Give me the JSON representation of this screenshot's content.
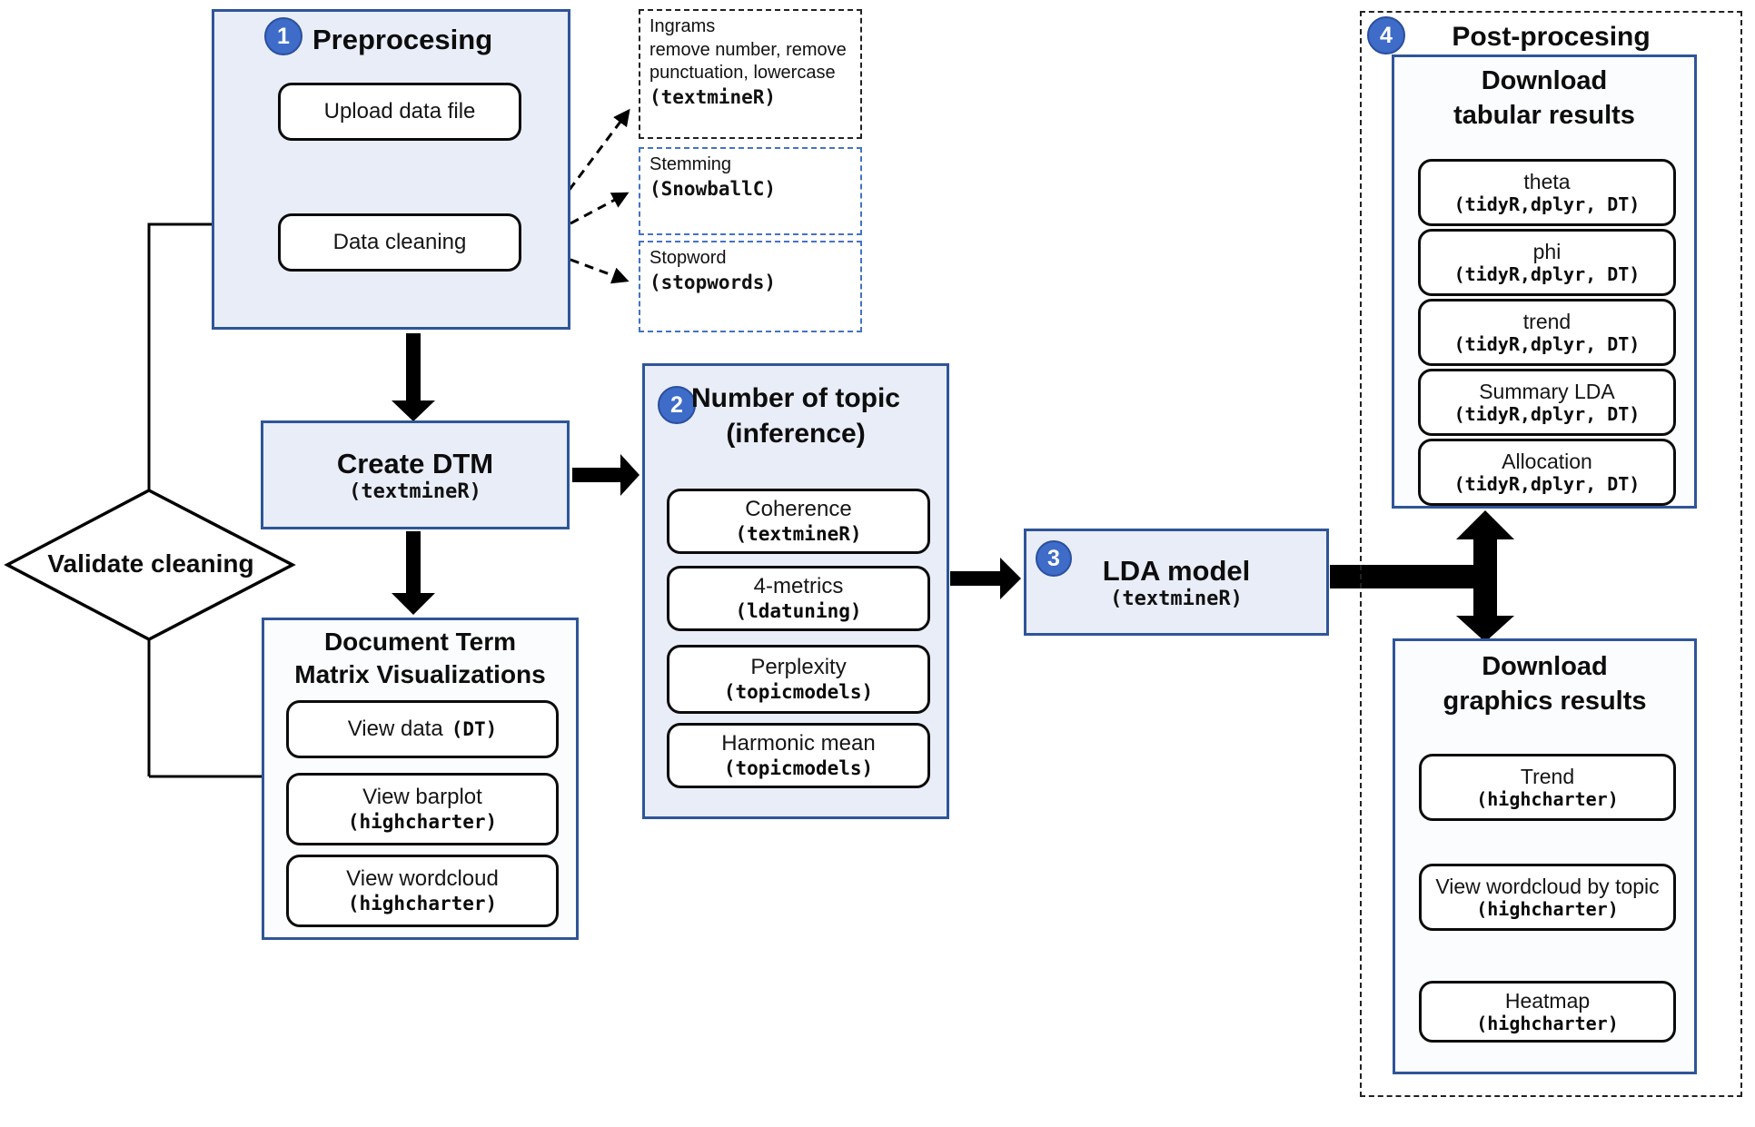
{
  "colors": {
    "panel_border": "#2f5597",
    "panel_fill": "#e9edf8",
    "panel_fill_light": "#fbfcfe",
    "badge_fill": "#3e6cc8",
    "badge_border": "#2a4f9e",
    "note_blue_border": "#4472c4",
    "connector": "#000000"
  },
  "preprocessing": {
    "badge": "1",
    "title": "Preprocesing",
    "upload_button": "Upload data file",
    "cleaning_button": "Data cleaning"
  },
  "cleaning_notes": {
    "ngrams": {
      "line1": "Ingrams",
      "line2": "remove number, remove",
      "line3": "punctuation,  lowercase",
      "pkg": "(textmineR)"
    },
    "stemming": {
      "label": "Stemming",
      "pkg": "(SnowballC)"
    },
    "stopword": {
      "label": "Stopword",
      "pkg": "(stopwords)"
    }
  },
  "create_dtm": {
    "title": "Create DTM",
    "pkg": "(textmineR)"
  },
  "validate_cleaning": {
    "label": "Validate cleaning"
  },
  "dtm_viz": {
    "title1": "Document Term",
    "title2": "Matrix Visualizations",
    "buttons": [
      {
        "label": "View data",
        "pkg": "(DT)"
      },
      {
        "label": "View barplot",
        "pkg": "(highcharter)"
      },
      {
        "label": "View wordcloud",
        "pkg": "(highcharter)"
      }
    ]
  },
  "topic_inference": {
    "badge": "2",
    "title1": "Number of topic",
    "title2": "(inference)",
    "buttons": [
      {
        "label": "Coherence",
        "pkg": "(textmineR)"
      },
      {
        "label": "4-metrics",
        "pkg": "(ldatuning)"
      },
      {
        "label": "Perplexity",
        "pkg": "(topicmodels)"
      },
      {
        "label": "Harmonic mean",
        "pkg": "(topicmodels)"
      }
    ]
  },
  "lda_model": {
    "badge": "3",
    "title": "LDA model",
    "pkg": "(textmineR)"
  },
  "post_processing": {
    "badge": "4",
    "title": "Post-procesing",
    "tabular": {
      "title1": "Download",
      "title2": "tabular results",
      "buttons": [
        {
          "label": "theta",
          "pkg": "(tidyR,dplyr, DT)"
        },
        {
          "label": "phi",
          "pkg": "(tidyR,dplyr, DT)"
        },
        {
          "label": "trend",
          "pkg": "(tidyR,dplyr, DT)"
        },
        {
          "label": "Summary LDA",
          "pkg": "(tidyR,dplyr, DT)"
        },
        {
          "label": "Allocation",
          "pkg": "(tidyR,dplyr, DT)"
        }
      ]
    },
    "graphics": {
      "title1": "Download",
      "title2": "graphics results",
      "buttons": [
        {
          "label": "Trend",
          "pkg": "(highcharter)"
        },
        {
          "label": "View wordcloud by topic",
          "pkg": "(highcharter)"
        },
        {
          "label": "Heatmap",
          "pkg": "(highcharter)"
        }
      ]
    }
  }
}
